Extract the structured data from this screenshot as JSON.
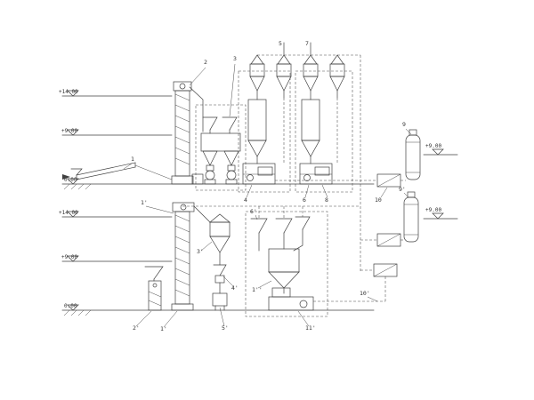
{
  "page": {
    "background": "#ffffff"
  },
  "diagram": {
    "kind": "process-flow-diagram",
    "line_color": "#3f3f3f",
    "label_color": "#333333",
    "elevations": {
      "top_left": {
        "e1": "+14.00",
        "e2": "+9.00",
        "e3": "0.00"
      },
      "bottom_left": {
        "e1": "+14.00",
        "e2": "+9.00",
        "e3": "0.00"
      },
      "right": {
        "e1": "+9.00",
        "e2": "+9.00"
      }
    },
    "tags": {
      "t1": "1",
      "t2": "2",
      "t3": "3",
      "t4": "4",
      "t5": "5",
      "t6": "6",
      "t7": "7",
      "t8": "8",
      "t9": "9",
      "t9p": "9'",
      "t10": "10",
      "t10p": "10'",
      "t1p": "1'",
      "t2p": "2'",
      "t3p": "3'",
      "t4p": "4'",
      "t5p": "5'",
      "t6p": "6'",
      "t11p": "11'",
      "t1pp": "1''"
    }
  }
}
